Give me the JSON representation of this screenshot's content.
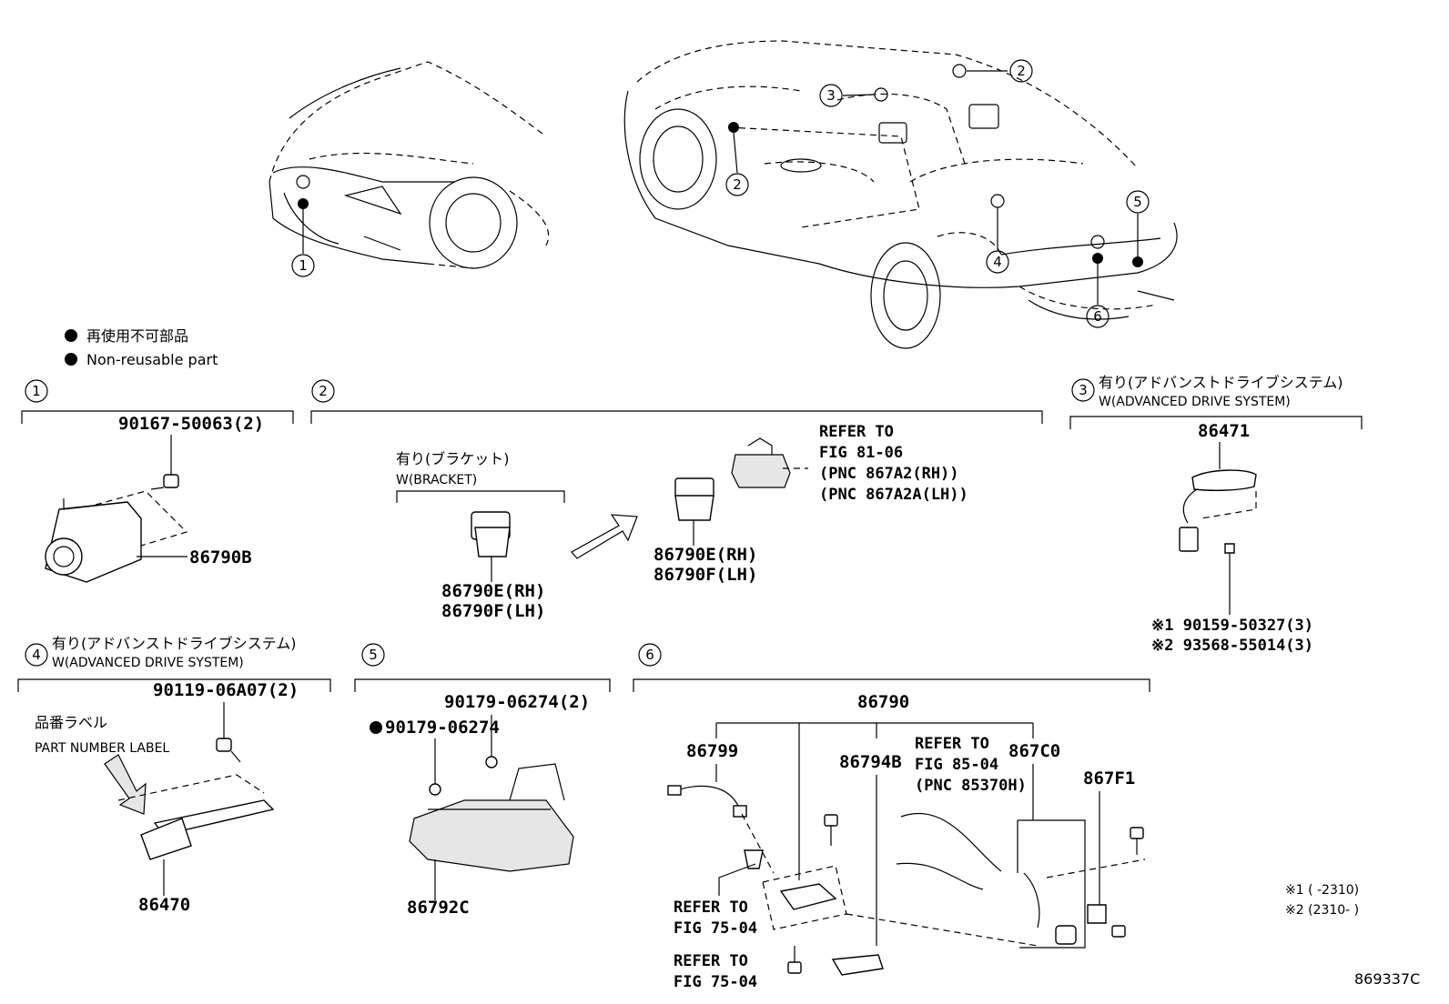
{
  "legend": {
    "line_ja": "再使用不可部品",
    "line_en": "Non-reusable part"
  },
  "callouts": [
    "1",
    "2",
    "3",
    "4",
    "5",
    "6"
  ],
  "sections": {
    "s1": {
      "num": "1",
      "parts": [
        "90167-50063(2)",
        "86790B"
      ]
    },
    "s2": {
      "num": "2",
      "bracket_ja": "有り(ブラケット)",
      "bracket_en": "W(BRACKET)",
      "left_parts": [
        "86790E(RH)",
        "86790F(LH)"
      ],
      "right_parts": [
        "86790E(RH)",
        "86790F(LH)"
      ],
      "refer": [
        "REFER TO",
        "FIG 81-06",
        "(PNC 867A2(RH))",
        "(PNC 867A2A(LH))"
      ]
    },
    "s3": {
      "num": "3",
      "cond_ja": "有り(アドバンストドライブシステム)",
      "cond_en": "W(ADVANCED DRIVE SYSTEM)",
      "part": "86471",
      "notes": [
        "※1 90159-50327(3)",
        "※2 93568-55014(3)"
      ]
    },
    "s4": {
      "num": "4",
      "cond_ja": "有り(アドバンストドライブシステム)",
      "cond_en": "W(ADVANCED DRIVE SYSTEM)",
      "bolt": "90119-06A07(2)",
      "label_ja": "品番ラベル",
      "label_en": "PART NUMBER LABEL",
      "part": "86470"
    },
    "s5": {
      "num": "5",
      "nut": "90179-06274(2)",
      "nut_nr": "90179-06274",
      "part": "86792C"
    },
    "s6": {
      "num": "6",
      "assy": "86790",
      "p1": "86799",
      "p2": "86794B",
      "p3": "867C0",
      "p4": "867F1",
      "refer_a": [
        "REFER TO",
        "FIG 85-04",
        "(PNC 85370H)"
      ],
      "refer_b": [
        "REFER TO",
        "FIG 75-04"
      ],
      "refer_c": [
        "REFER TO",
        "FIG 75-04"
      ]
    }
  },
  "footnotes": [
    "※1 (      -2310)",
    "※2 (2310-      )"
  ],
  "figure_id": "869337C"
}
